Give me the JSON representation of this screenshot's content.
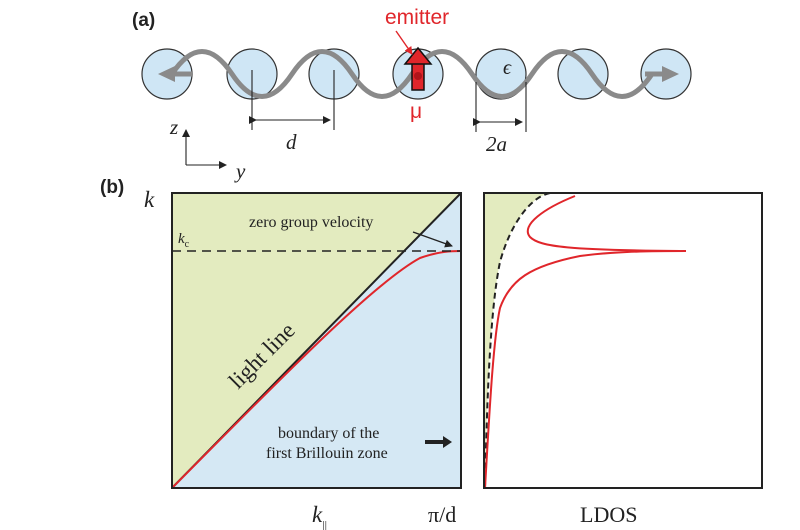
{
  "colors": {
    "sphere_fill": "#cfe6f5",
    "sphere_stroke": "#333333",
    "wave": "#8a8a8a",
    "emitter": "#e0262b",
    "green_region": "#e3ebbf",
    "blue_region": "#d5e8f4",
    "ink": "#222222"
  },
  "panel_a": {
    "label": "(a)",
    "emitter_label": "emitter",
    "dipole_label": "μ",
    "epsilon_label": "ϵ",
    "spacing_label": "d",
    "diameter_label": "2a",
    "axis_z": "z",
    "axis_y": "y"
  },
  "panel_b": {
    "label": "(b)",
    "y_axis_label": "k",
    "kc_main": "k",
    "kc_sub": "c",
    "x_axis_main": "k",
    "x_axis_sub": "||",
    "x_end_label": "π/d",
    "zero_group_velocity": "zero group velocity",
    "light_line": "light line",
    "boundary_line1": "boundary of the",
    "boundary_line2": "first Brillouin zone",
    "ldos_label": "LDOS"
  }
}
